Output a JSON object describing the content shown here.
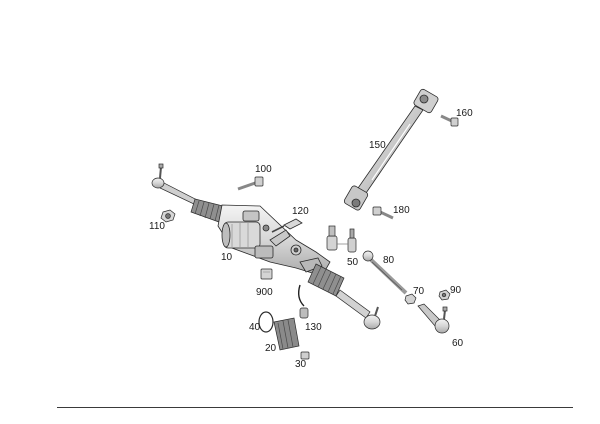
{
  "diagram": {
    "part_numbers": {
      "p10": "10",
      "p20": "20",
      "p30": "30",
      "p40": "40",
      "p50": "50",
      "p60": "60",
      "p70": "70",
      "p80": "80",
      "p90": "90",
      "p100": "100",
      "p110": "110",
      "p120": "120",
      "p130": "130",
      "p150": "150",
      "p160": "160",
      "p180": "180",
      "p900": "900"
    },
    "colors": {
      "ink": "#2a2a2a",
      "part_fill": "#e4e4e4",
      "part_dark": "#bdbdbd",
      "label": "#1a1a1a"
    }
  }
}
